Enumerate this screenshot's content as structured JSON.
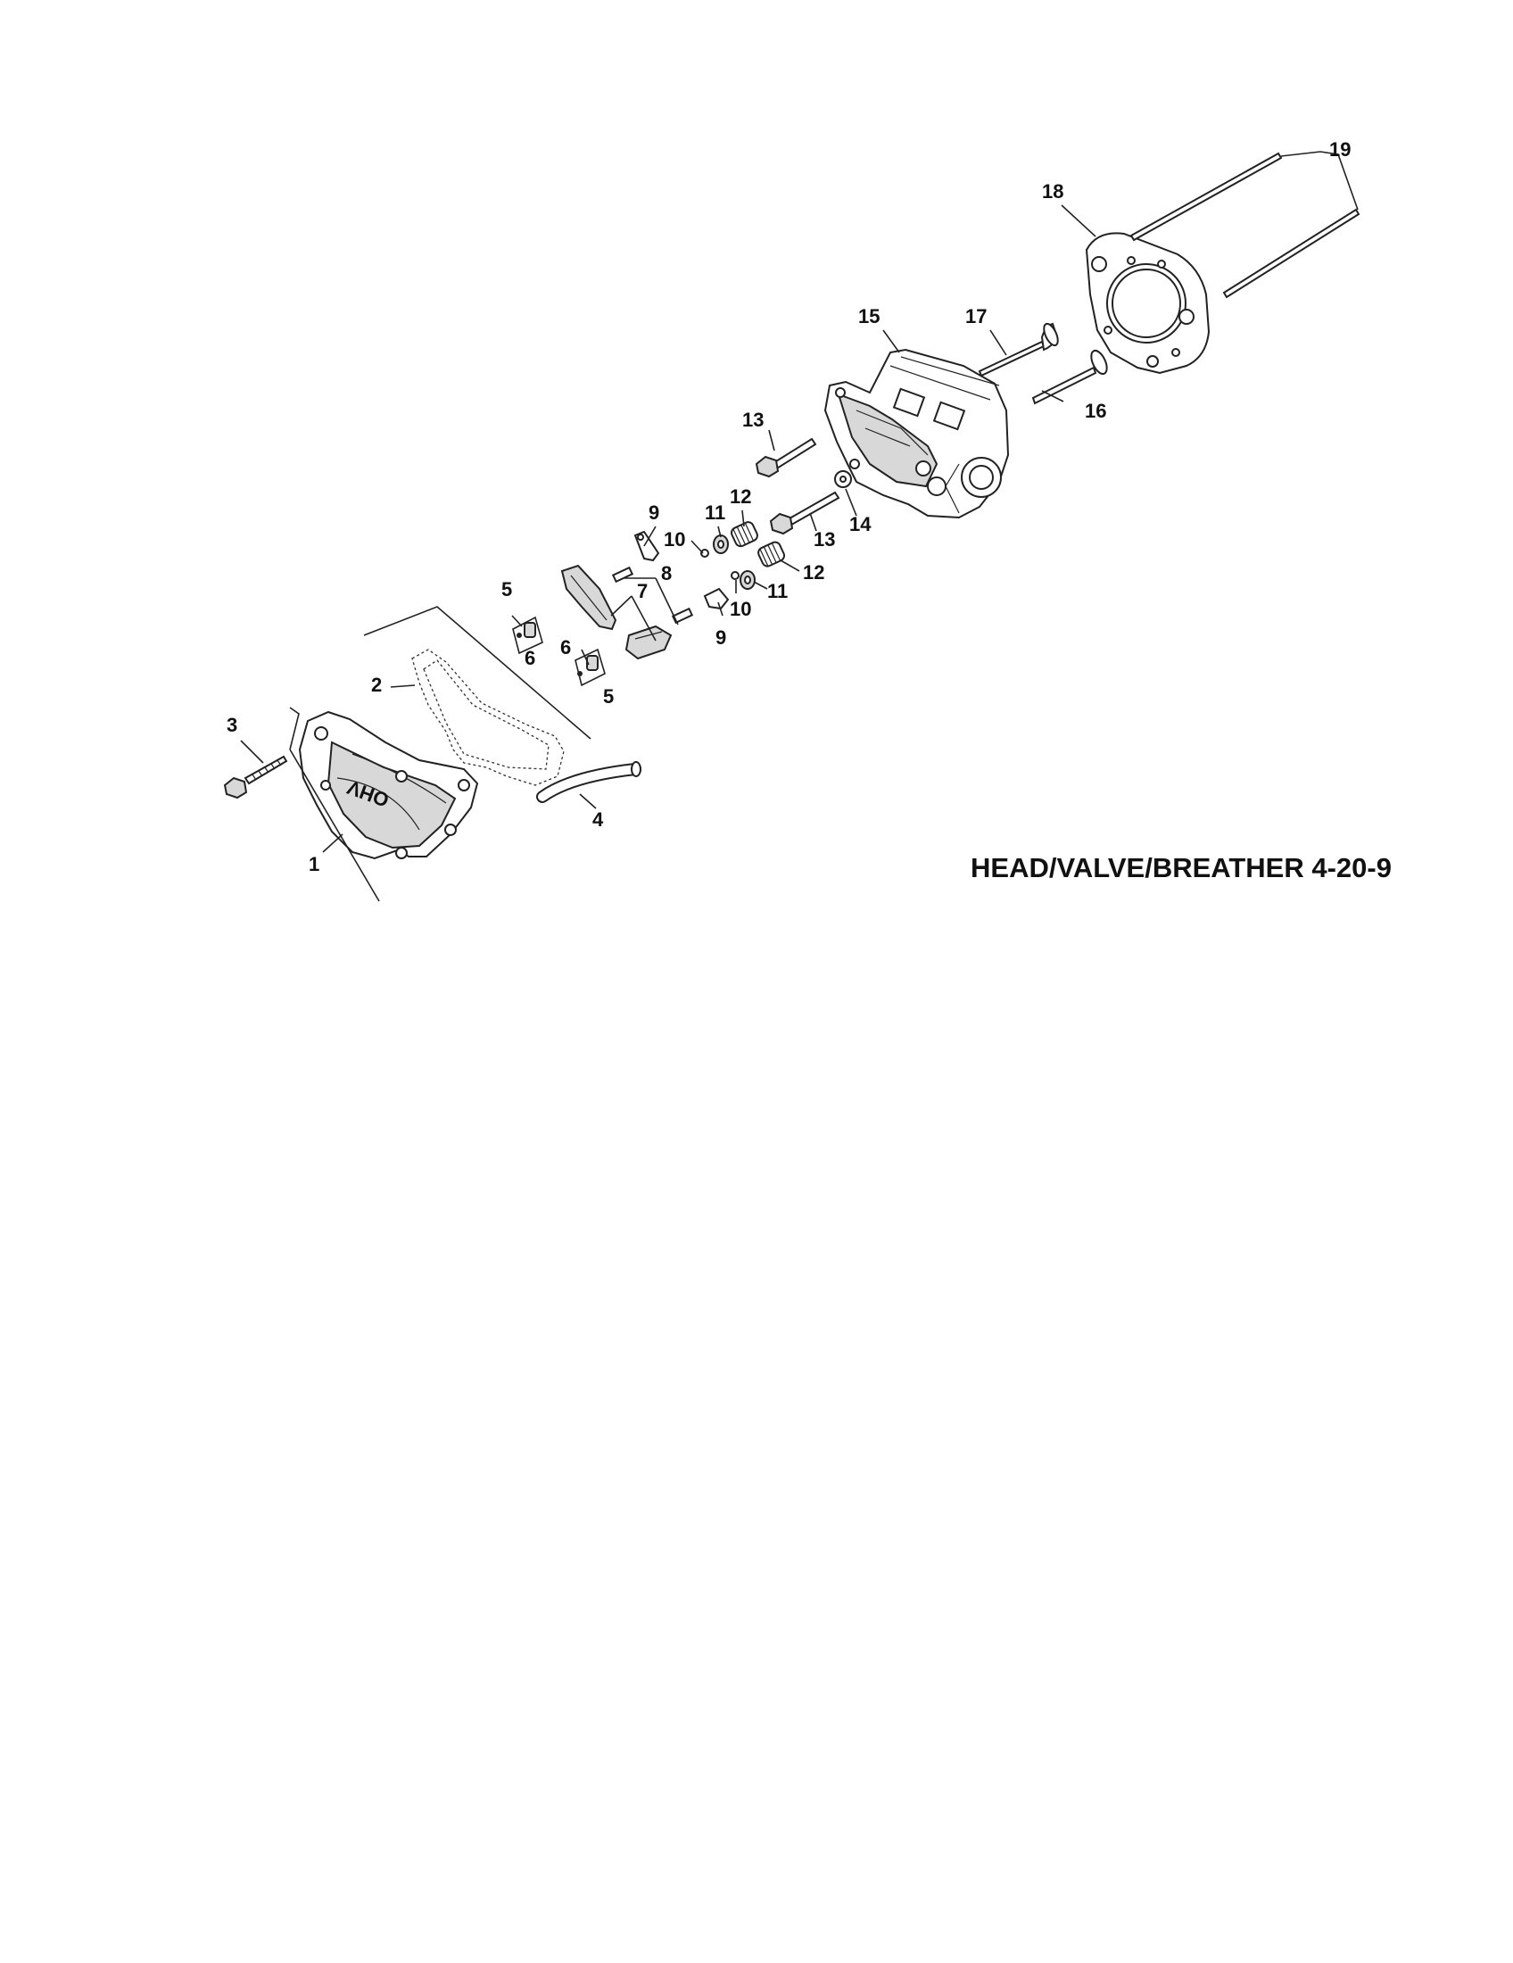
{
  "diagram": {
    "title": "HEAD/VALVE/BREATHER 4-20-9",
    "cover_embossing": "OHV",
    "callouts": [
      {
        "id": "c1",
        "text": "1"
      },
      {
        "id": "c2",
        "text": "2"
      },
      {
        "id": "c3",
        "text": "3"
      },
      {
        "id": "c4",
        "text": "4"
      },
      {
        "id": "c5a",
        "text": "5"
      },
      {
        "id": "c5b",
        "text": "5"
      },
      {
        "id": "c6a",
        "text": "6"
      },
      {
        "id": "c6b",
        "text": "6"
      },
      {
        "id": "c7",
        "text": "7"
      },
      {
        "id": "c8",
        "text": "8"
      },
      {
        "id": "c9a",
        "text": "9"
      },
      {
        "id": "c9b",
        "text": "9"
      },
      {
        "id": "c10a",
        "text": "10"
      },
      {
        "id": "c10b",
        "text": "10"
      },
      {
        "id": "c11a",
        "text": "11"
      },
      {
        "id": "c11b",
        "text": "11"
      },
      {
        "id": "c12a",
        "text": "12"
      },
      {
        "id": "c12b",
        "text": "12"
      },
      {
        "id": "c13a",
        "text": "13"
      },
      {
        "id": "c13b",
        "text": "13"
      },
      {
        "id": "c14",
        "text": "14"
      },
      {
        "id": "c15",
        "text": "15"
      },
      {
        "id": "c16",
        "text": "16"
      },
      {
        "id": "c17",
        "text": "17"
      },
      {
        "id": "c18",
        "text": "18"
      },
      {
        "id": "c19",
        "text": "19"
      }
    ]
  }
}
